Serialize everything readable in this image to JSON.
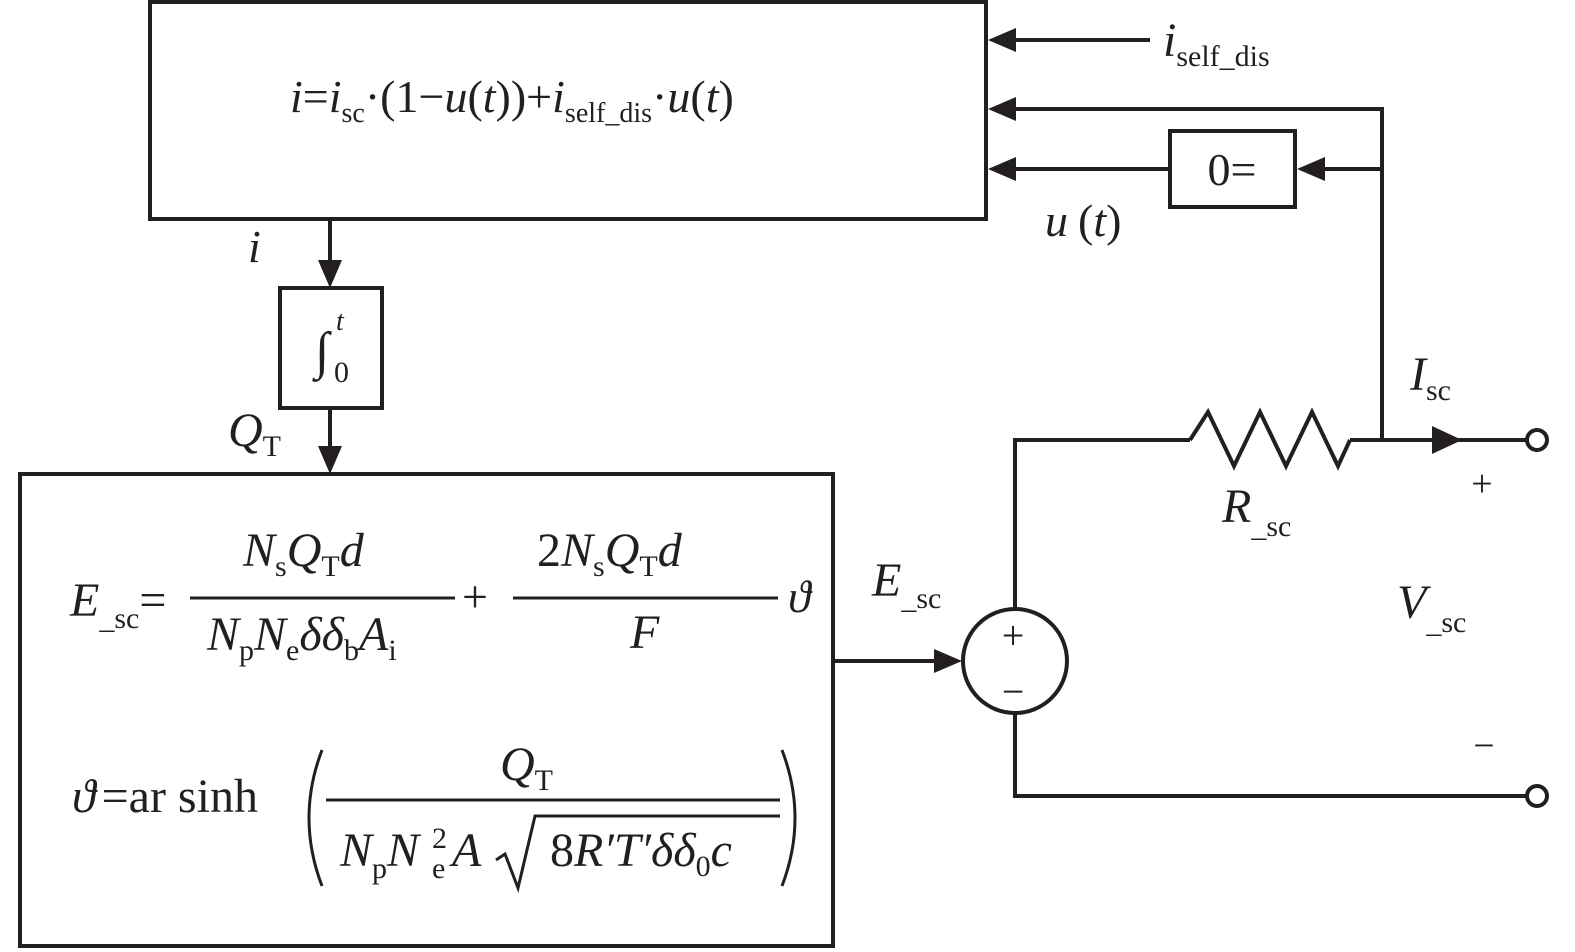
{
  "colors": {
    "ink": "#231f20",
    "background": "#ffffff"
  },
  "top_block": {
    "equation": {
      "i": "i",
      "eq": "=",
      "isc_i": "i",
      "isc_sub": "sc",
      "dot1": "·(1−",
      "u1": "u",
      "lp1": "(",
      "t1": "t",
      "rp1": "))+",
      "isd_i": "i",
      "isd_sub": "self_dis",
      "dot2": "·",
      "u2": "u",
      "lp2": "(",
      "t2": "t",
      "rp2": ")"
    }
  },
  "inputs": {
    "self_dis_i": "i",
    "self_dis_sub": "self_dis",
    "u_label": "u",
    "u_paren_open": "(",
    "u_t": "t",
    "u_paren_close": ")"
  },
  "compare_block": {
    "label": "0="
  },
  "output_i": {
    "label": "i"
  },
  "integrator": {
    "symbol": "∫",
    "upper": "t",
    "lower": "0"
  },
  "charge": {
    "main": "Q",
    "sub": "T"
  },
  "bottom_block": {
    "eq1": {
      "lhs": "E",
      "lhs_sub": "_sc",
      "eq": "=",
      "num1": {
        "N": "N",
        "s": "s",
        "Q": "Q",
        "T": "T",
        "d": "d"
      },
      "den1": {
        "N1": "N",
        "p": "p",
        "N2": "N",
        "e": "e",
        "dd": "δδ",
        "b": "b",
        "A": "A",
        "i": "i"
      },
      "plus": "+",
      "num2": {
        "two": "2",
        "N": "N",
        "s": "s",
        "Q": "Q",
        "T": "T",
        "d": "d"
      },
      "den2": {
        "F": "F"
      },
      "theta": "ϑ"
    },
    "eq2": {
      "theta": "ϑ",
      "eq": "=",
      "func": "ar sinh",
      "num": {
        "Q": "Q",
        "T": "T"
      },
      "den": {
        "N1": "N",
        "p": "p",
        "N2": "N",
        "e_sup": "2",
        "e_sub": "e",
        "A": "A",
        "eight": "8",
        "R": "R′",
        "T": "T′",
        "dd": "δδ",
        "zero": "0",
        "c": "c"
      }
    }
  },
  "circuit": {
    "esc_main": "E",
    "esc_sub": "_sc",
    "source_plus": "+",
    "source_minus": "−",
    "r_main": "R",
    "r_sub": "_sc",
    "i_main": "I",
    "i_sub": "sc",
    "v_main": "V",
    "v_sub": "_sc",
    "term_plus": "+",
    "term_minus": "−"
  }
}
